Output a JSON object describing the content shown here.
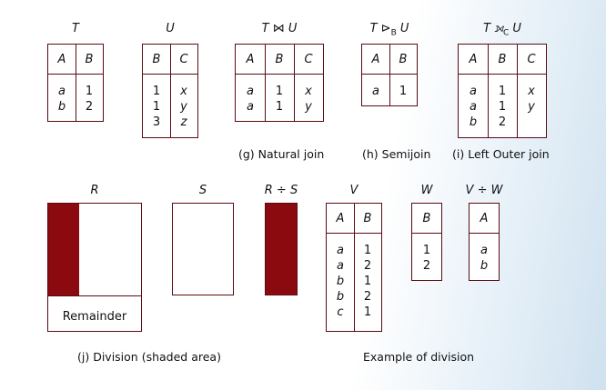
{
  "relations": {
    "T": {
      "name": "T",
      "headers": [
        "A",
        "B"
      ],
      "cols": [
        [
          "a",
          "b"
        ],
        [
          "1",
          "2"
        ]
      ]
    },
    "U": {
      "name": "U",
      "headers": [
        "B",
        "C"
      ],
      "cols": [
        [
          "1",
          "1",
          "3"
        ],
        [
          "x",
          "y",
          "z"
        ]
      ]
    },
    "join": {
      "name": "T ⋈ U",
      "headers": [
        "A",
        "B",
        "C"
      ],
      "cols": [
        [
          "a",
          "a"
        ],
        [
          "1",
          "1"
        ],
        [
          "x",
          "y"
        ]
      ]
    },
    "semijoin": {
      "name_pre": "T ⊳",
      "name_sub": "B",
      "name_post": " U",
      "headers": [
        "A",
        "B"
      ],
      "cols": [
        [
          "a"
        ],
        [
          "1"
        ]
      ]
    },
    "outer": {
      "name_pre": "T ⟕",
      "name_sub": "C",
      "name_post": " U",
      "headers": [
        "A",
        "B",
        "C"
      ],
      "cols": [
        [
          "a",
          "a",
          "b"
        ],
        [
          "1",
          "1",
          "2"
        ],
        [
          "x",
          "y",
          ""
        ]
      ]
    },
    "V": {
      "name": "V",
      "headers": [
        "A",
        "B"
      ],
      "cols": [
        [
          "a",
          "a",
          "b",
          "b",
          "c"
        ],
        [
          "1",
          "2",
          "1",
          "2",
          "1"
        ]
      ]
    },
    "W": {
      "name": "W",
      "headers": [
        "B"
      ],
      "cols": [
        [
          "1",
          "2"
        ]
      ]
    },
    "VW": {
      "name": "V ÷ W",
      "headers": [
        "A"
      ],
      "cols": [
        [
          "a",
          "b"
        ]
      ]
    }
  },
  "division": {
    "R_name": "R",
    "S_name": "S",
    "RS_name": "R ÷ S",
    "remainder_label": "Remainder"
  },
  "captions": {
    "natural_join": "(g) Natural join",
    "semijoin": "(h) Semijoin",
    "left_outer_join": "(i) Left Outer join",
    "division": "(j) Division (shaded area)",
    "example": "Example of division"
  },
  "colors": {
    "border": "#5a0a12",
    "shade": "#8b0a10"
  }
}
